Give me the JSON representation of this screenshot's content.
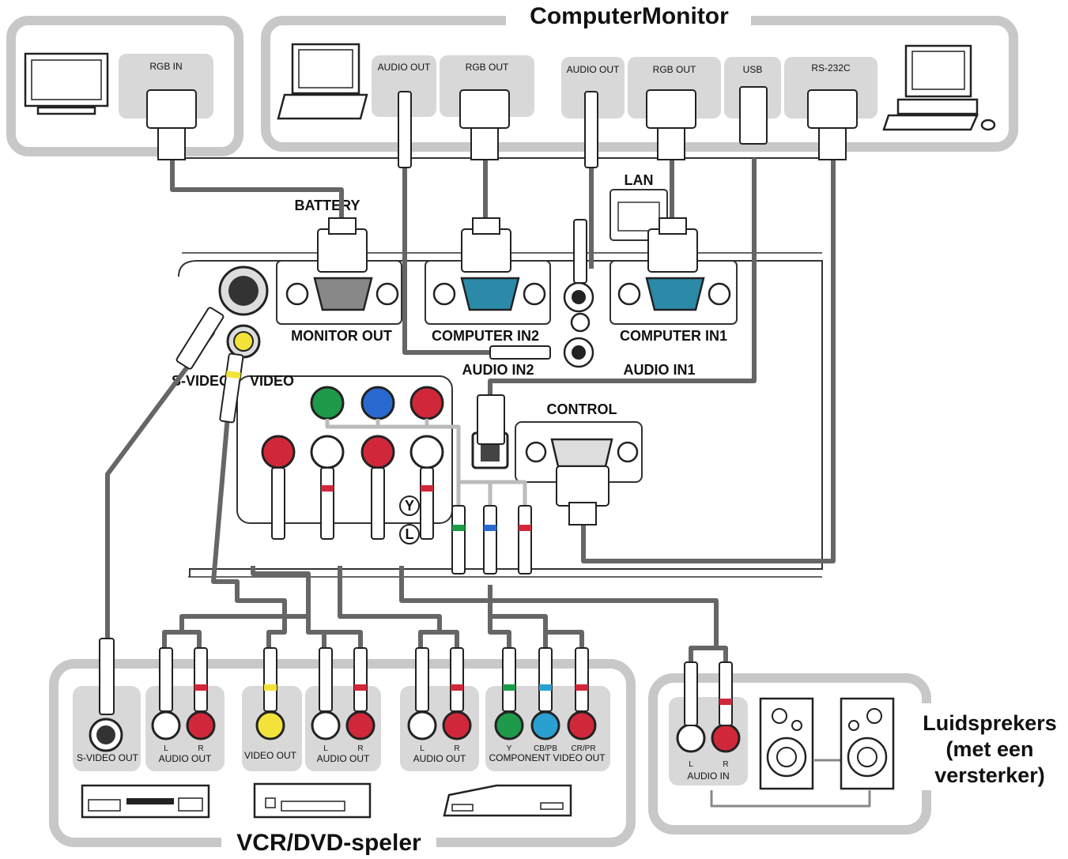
{
  "groups": {
    "computer_monitor_title": "ComputerMonitor",
    "vcr_dvd_title": "VCR/DVD-speler",
    "speakers_title_lines": [
      "Luidsprekers",
      "(met een",
      "versterker)"
    ]
  },
  "monitor": {
    "port": "RGB IN"
  },
  "laptop": {
    "ports": [
      "AUDIO OUT",
      "RGB OUT"
    ]
  },
  "desktop": {
    "ports": [
      "AUDIO OUT",
      "RGB OUT",
      "USB",
      "RS-232C"
    ]
  },
  "projector": {
    "battery": "BATTERY",
    "lan": "LAN",
    "monitor_out": "MONITOR OUT",
    "computer_in2": "COMPUTER IN2",
    "computer_in1": "COMPUTER IN1",
    "audio_in2": "AUDIO IN2",
    "audio_in1": "AUDIO IN1",
    "s_video": "S-VIDEO",
    "video": "VIDEO",
    "control": "CONTROL",
    "comp_y": "Y",
    "comp_l": "L"
  },
  "vcr_ports": {
    "s_video_out": "S-VIDEO OUT",
    "video_out": "VIDEO OUT",
    "l": "L",
    "r": "R",
    "audio_out": "AUDIO OUT",
    "y": "Y",
    "cb_pb": "CB/PB",
    "cr_pr": "CR/PR",
    "component_video_out": "COMPONENT VIDEO OUT"
  },
  "speaker_ports": {
    "l": "L",
    "r": "R",
    "audio_in": "AUDIO IN"
  },
  "colors": {
    "cable": "#666666",
    "group_outline": "#c8c8c8",
    "panel": "#d8d8d8",
    "vga_blue": "#2a8aa8",
    "jack_red": "#d0283a",
    "jack_green": "#1e9a4a",
    "jack_blue": "#2a6ad0",
    "jack_yellow": "#f2e23a"
  }
}
